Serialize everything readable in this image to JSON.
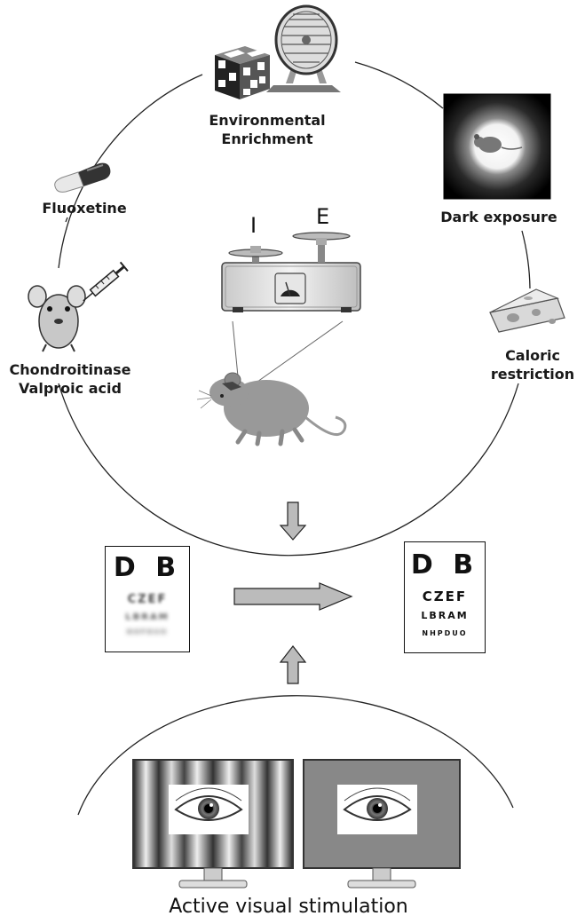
{
  "labels": {
    "environmental_enrichment": [
      "Environmental",
      "Enrichment"
    ],
    "fluoxetine": "Fluoxetine",
    "dark_exposure": "Dark exposure",
    "caloric_restriction": [
      "Caloric",
      "restriction"
    ],
    "chondroitinase": [
      "Chondroitinase",
      "Valproic acid"
    ],
    "active_visual_stimulation": "Active visual stimulation"
  },
  "scale": {
    "left_letter": "I",
    "right_letter": "E"
  },
  "eye_chart_before": {
    "rows": [
      "D B",
      "CZEF",
      "LBRAM",
      "NHPDUO"
    ]
  },
  "eye_chart_after": {
    "rows": [
      "D B",
      "CZEF",
      "LBRAM",
      "NHPDUO"
    ]
  },
  "icon_names": [
    "puzzle-cube-icon",
    "hamster-wheel-icon",
    "pill-capsule-icon",
    "dark-box-mouse-icon",
    "cheese-icon",
    "mouse-syringe-icon",
    "balance-scale-icon",
    "mouse-icon",
    "monitor-eye-stripes-icon",
    "monitor-eye-gray-icon"
  ]
}
